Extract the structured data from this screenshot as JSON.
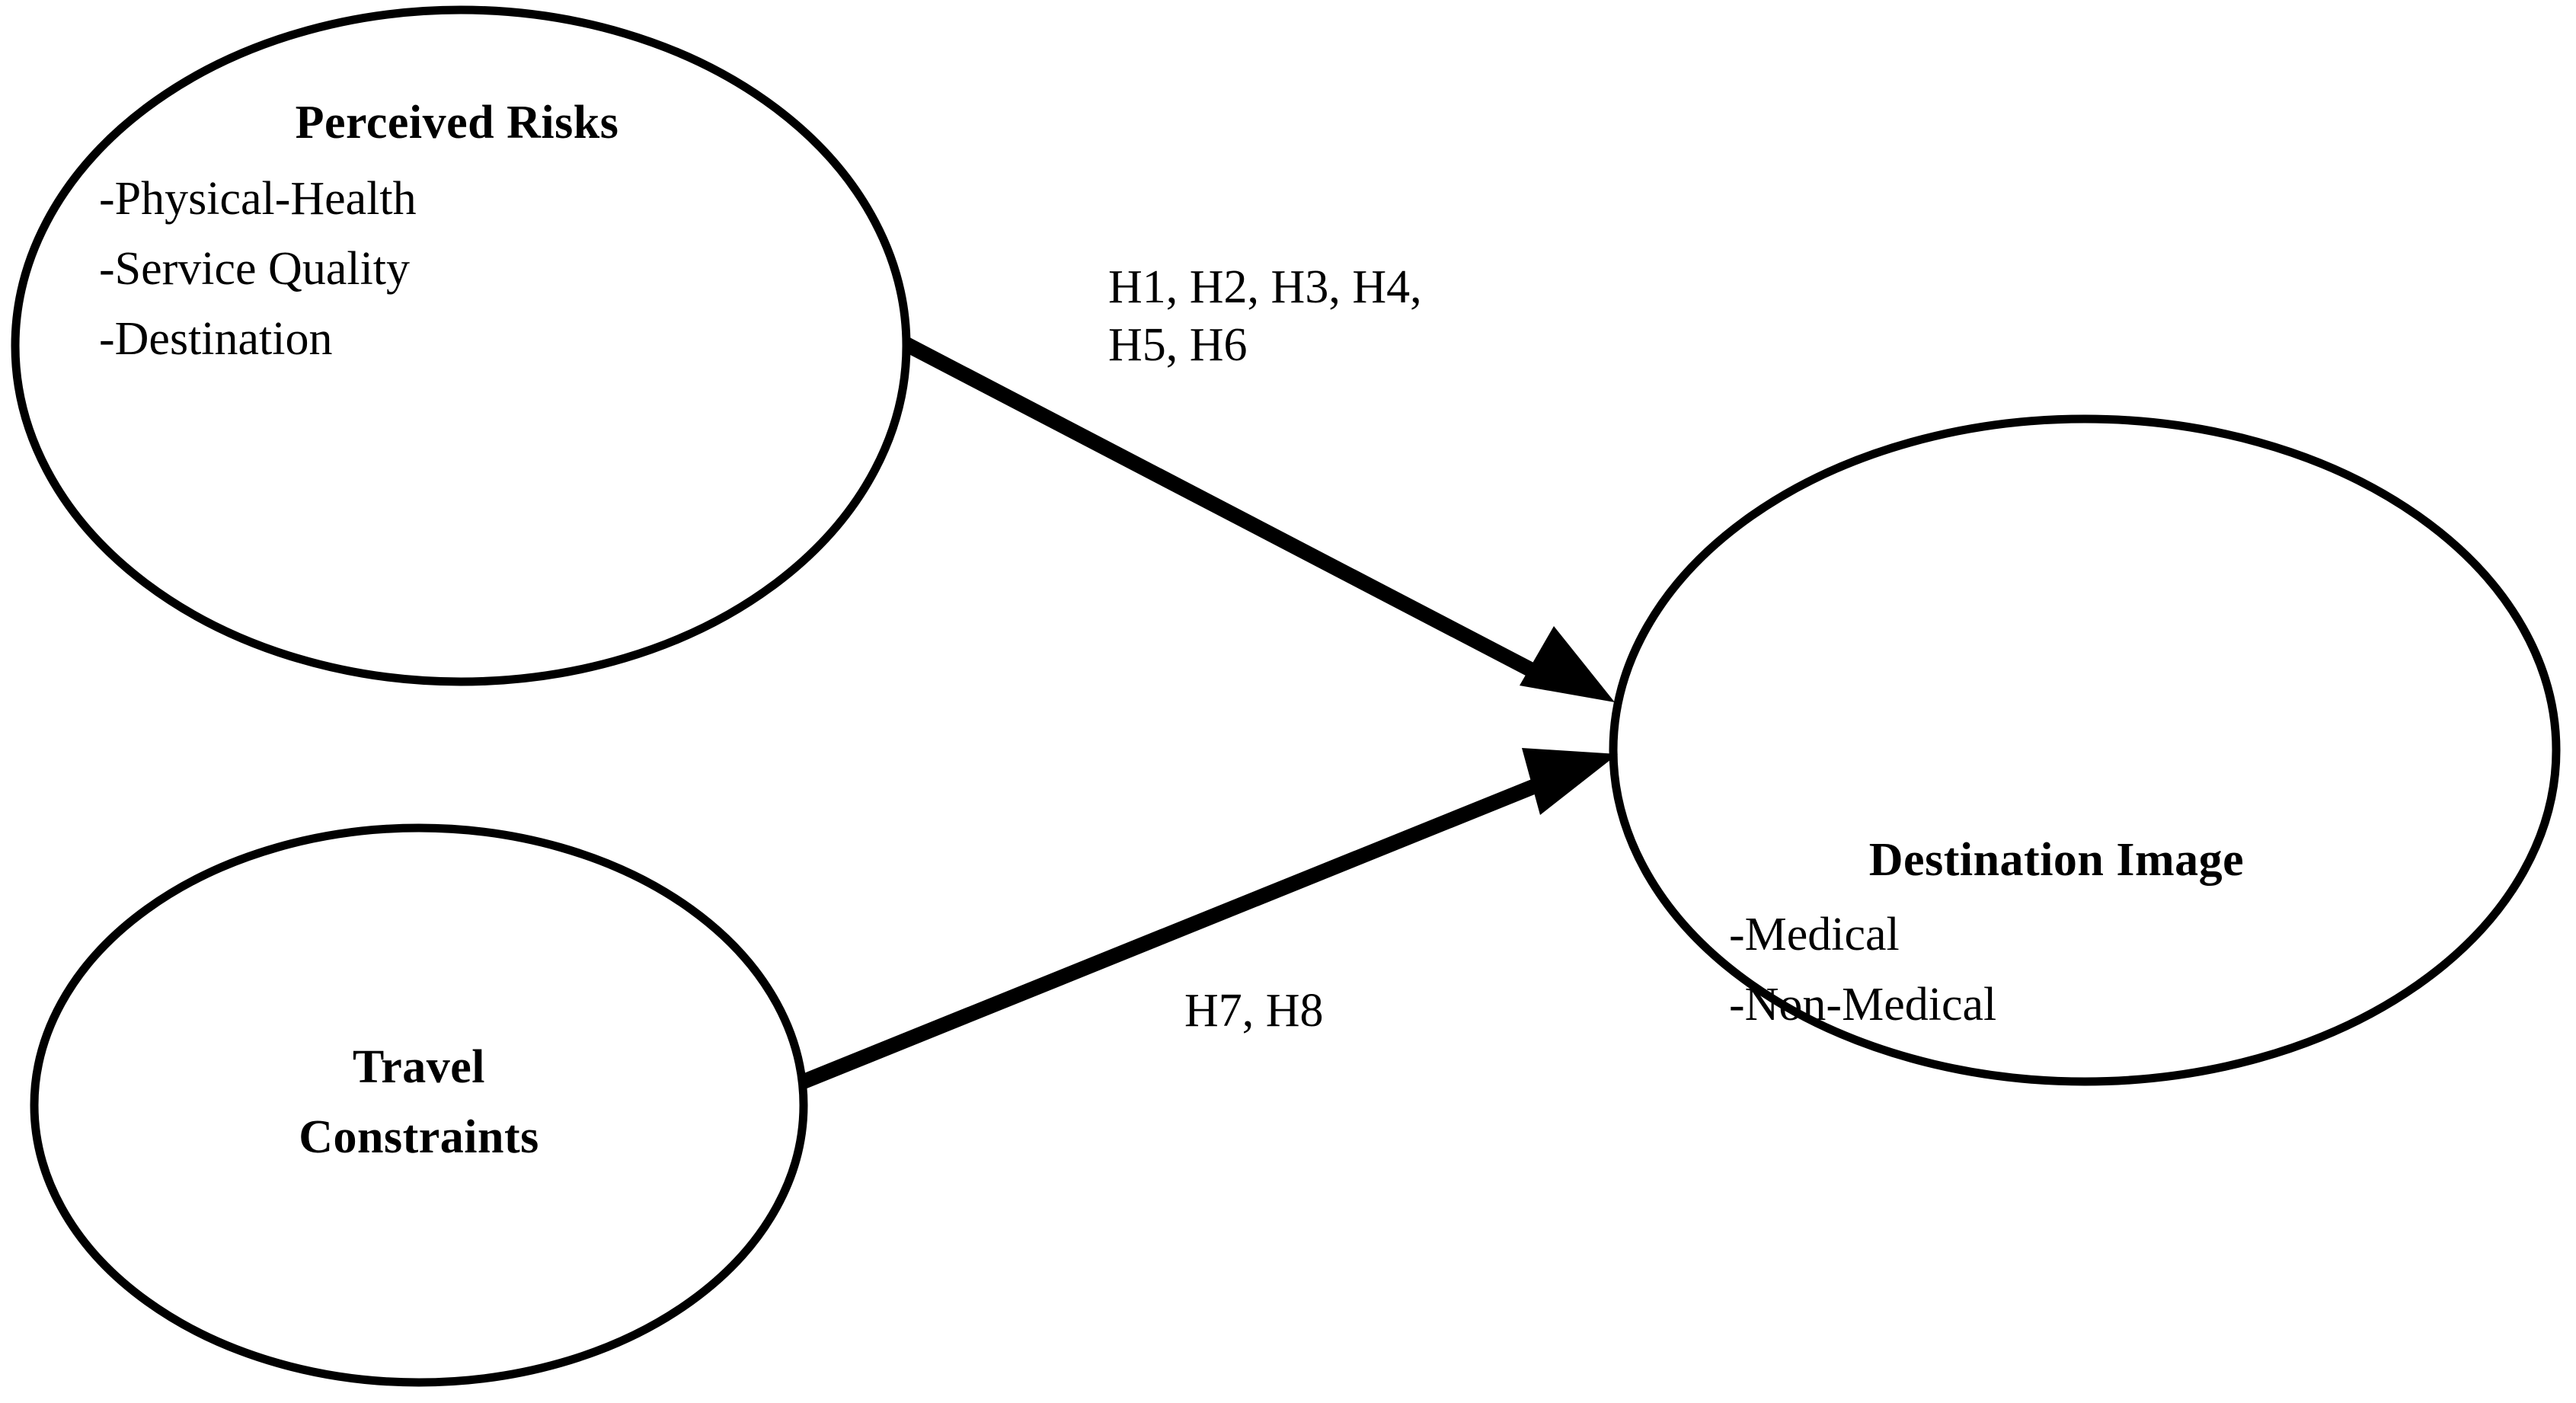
{
  "diagram": {
    "title_visible": false,
    "background_color": "#ffffff",
    "stroke_color": "#000000",
    "nodes": [
      {
        "id": "perceived-risks",
        "title": "Perceived Risks",
        "items": [
          "-Physical-Health",
          "-Service Quality",
          "-Destination"
        ]
      },
      {
        "id": "travel-constraints",
        "title_line1": "Travel",
        "title_line2": "Constraints",
        "items": []
      },
      {
        "id": "destination-image",
        "title": "Destination Image",
        "items": [
          "-Medical",
          "-Non-Medical"
        ]
      }
    ],
    "edges": [
      {
        "id": "risks-to-image",
        "from": "perceived-risks",
        "to": "destination-image",
        "label_line1": "H1, H2, H3, H4,",
        "label_line2": "H5, H6",
        "arrowhead": "filled-triangle"
      },
      {
        "id": "constraints-to-image",
        "from": "travel-constraints",
        "to": "destination-image",
        "label_line1": "H7, H8",
        "label_line2": "",
        "arrowhead": "filled-triangle"
      }
    ]
  }
}
